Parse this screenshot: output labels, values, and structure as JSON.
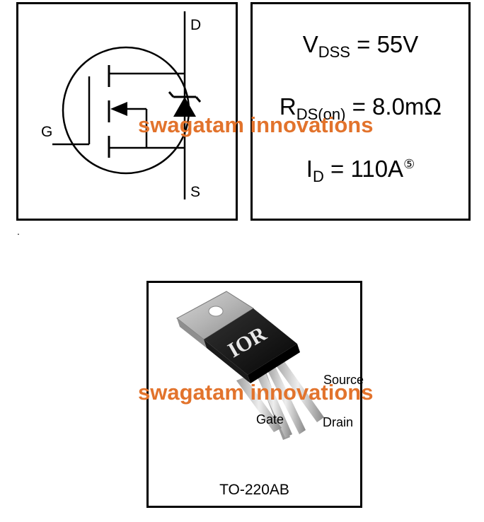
{
  "symbol": {
    "labels": {
      "drain": "D",
      "source": "S",
      "gate": "G"
    }
  },
  "specs": {
    "vdss": {
      "symbol": "V",
      "subscript": "DSS",
      "value": " = 55V"
    },
    "rds": {
      "symbol": "R",
      "subscript": "DS(on)",
      "value": " = 8.0mΩ"
    },
    "id": {
      "symbol": "I",
      "subscript": "D",
      "value": " = 110A",
      "note": "⑤"
    }
  },
  "package": {
    "logo": "IOR",
    "leads": {
      "source": "Source",
      "gate": "Gate",
      "drain": "Drain"
    },
    "name": "TO-220AB"
  },
  "watermark": "swagatam innovations",
  "stray_mark": ".",
  "colors": {
    "watermark": "#e2732c",
    "line": "#000000"
  },
  "icons": [
    "mosfet-symbol-icon",
    "zener-diode-icon",
    "to220-package-icon"
  ]
}
